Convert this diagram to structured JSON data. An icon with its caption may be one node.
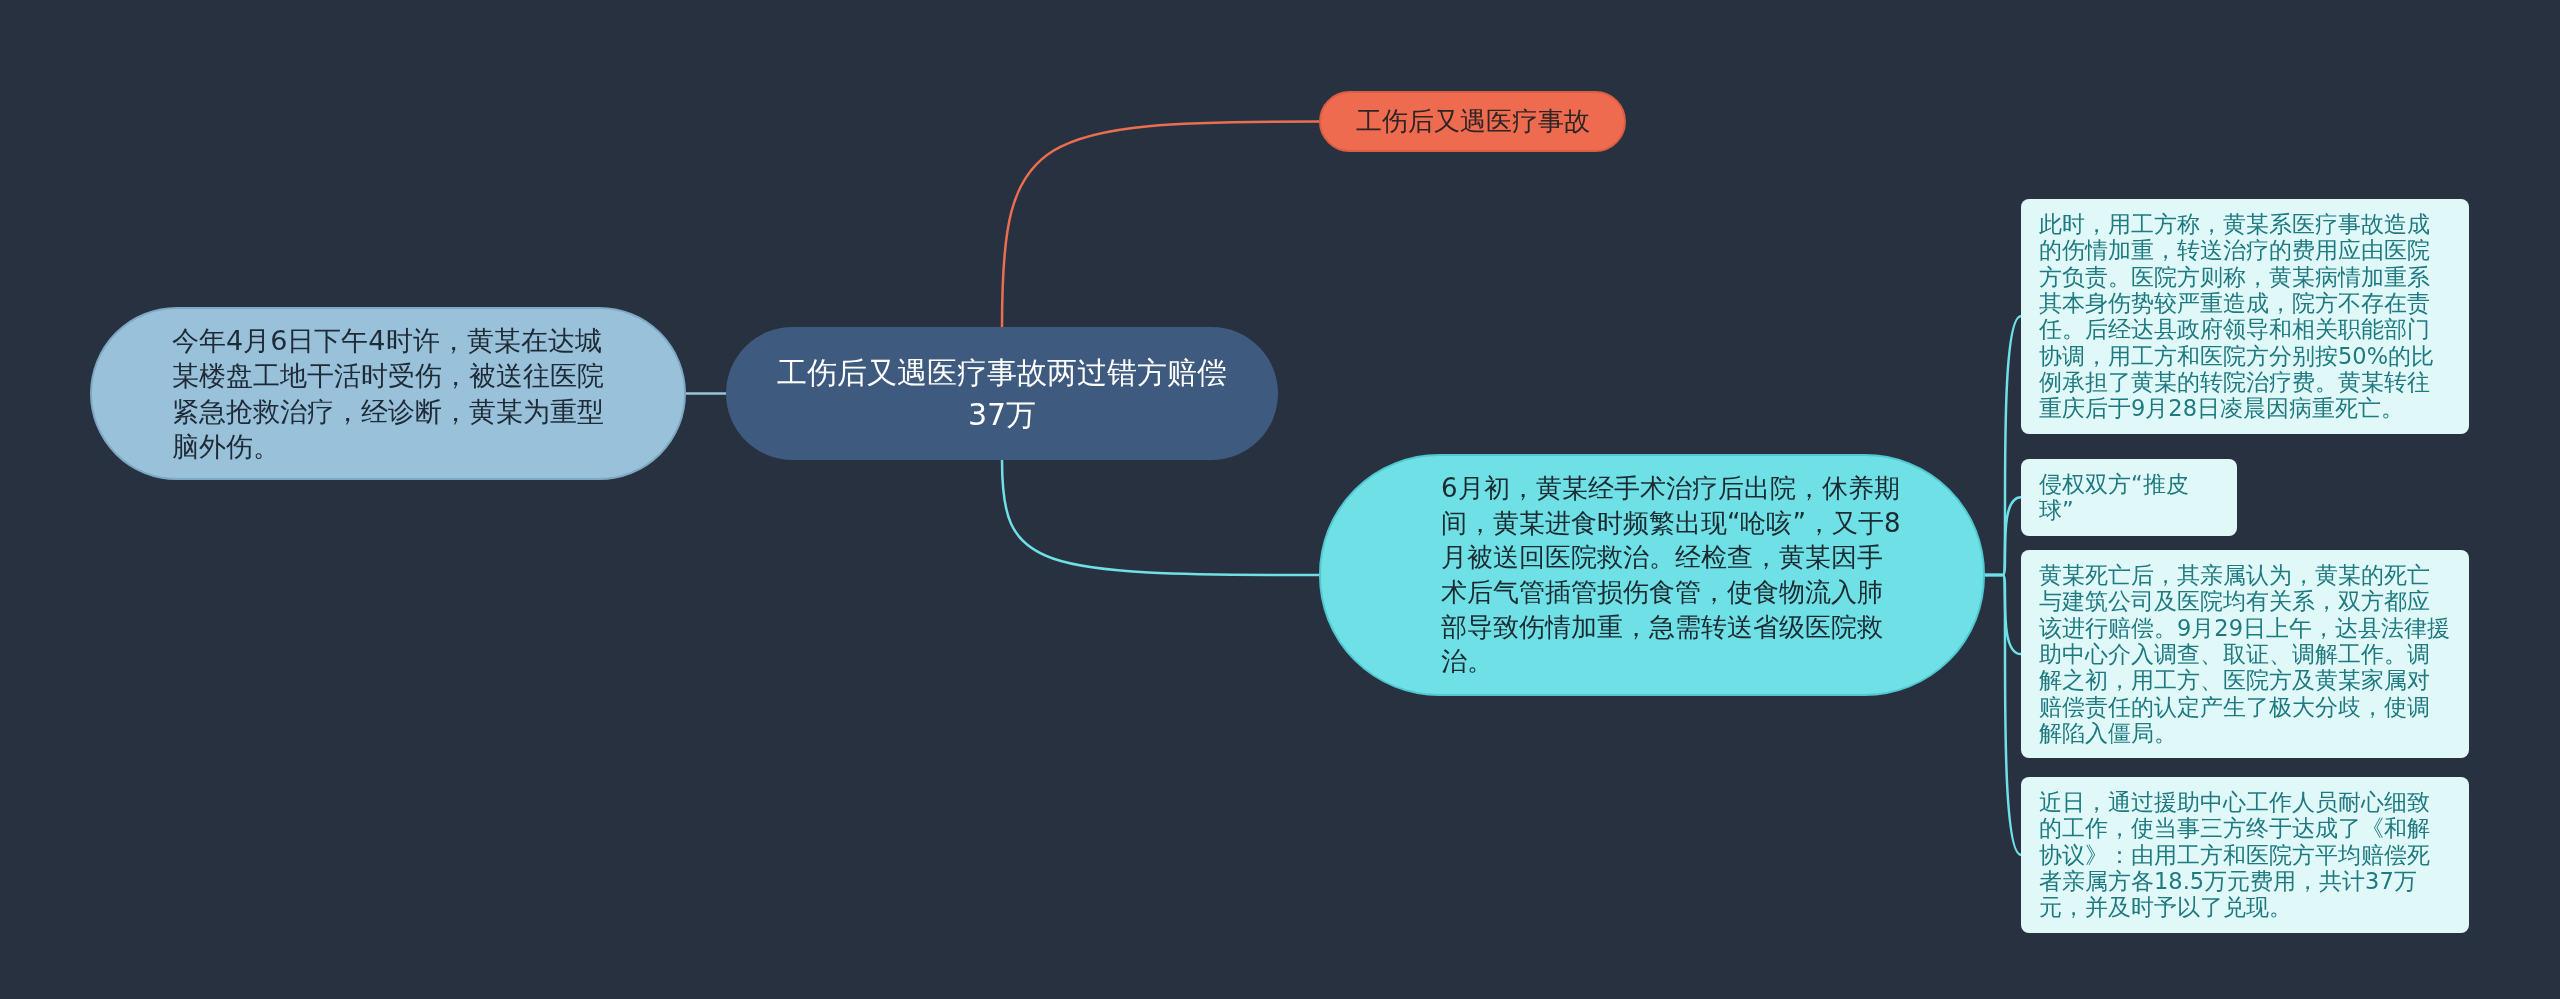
{
  "diagram": {
    "nodes": [
      {
        "text": [
          "工伤后又遇医疗事故两过错方赔偿37万"
        ]
      },
      {
        "text": [
          "工伤后又遇医疗事故"
        ]
      },
      {
        "text": [
          "今年4月6日下午4时许，黄某在达城某楼盘工地干活时受伤，被送往医院紧急抢救治疗，经诊断，黄某为重型脑外伤。"
        ]
      },
      {
        "text": [
          "6月初，黄某经手术治疗后出院，休养期间，黄某进食时频繁出现“呛咳”，又于8月被送回医院救治。经检查，黄某因手术后气管插管损伤食管，使食物流入肺部导致伤情加重，急需转送省级医院救治。"
        ]
      },
      {
        "text": [
          "此时，用工方称，黄某系医疗事故造成的伤情加重，转送治疗的费用应由医院方负责。医院方则称，黄某病情加重系其本身伤势较严重造成，院方不存在责任。后经达县政府领导和相关职能部门协调，用工方和医院方分别按50%的比例承担了黄某的转院治疗费。黄某转往重庆后于9月28日凌晨因病重死亡。"
        ]
      },
      {
        "text": [
          "侵权双方“推皮球”"
        ]
      },
      {
        "text": [
          "黄某死亡后，其亲属认为，黄某的死亡与建筑公司及医院均有关系，双方都应该进行赔偿。9月29日上午，达县法律援助中心介入调查、取证、调解工作。调解之初，用工方、医院方及黄某家属对赔偿责任的认定产生了极大分歧，使调解陷入僵局。"
        ]
      },
      {
        "text": [
          "近日，通过援助中心工作人员耐心细致的工作，使当事三方终于达成了《和解协议》：由用工方和医院方平均赔偿死者亲属方各18.5万元费用，共计37万元，并及时予以了兑现。"
        ]
      }
    ],
    "edges": [
      {
        "from": 0,
        "to": 1,
        "arrow": "none",
        "color": "#ec6e50"
      },
      {
        "from": 0,
        "to": 2,
        "arrow": "none",
        "color": "#9ac4dc"
      },
      {
        "from": 0,
        "to": 3,
        "arrow": "none"
      },
      {
        "from": 3,
        "to": 4,
        "arrow": "none"
      },
      {
        "from": 3,
        "to": 5,
        "arrow": "none"
      },
      {
        "from": 3,
        "to": 6,
        "arrow": "none"
      },
      {
        "from": 3,
        "to": 7,
        "arrow": "none"
      }
    ]
  }
}
